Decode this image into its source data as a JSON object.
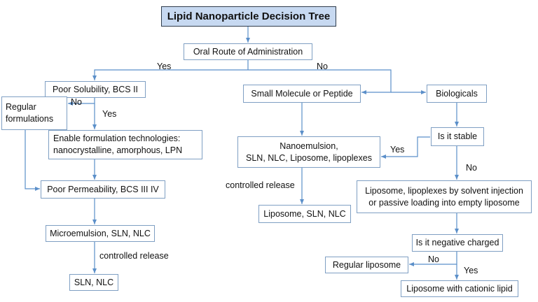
{
  "title": "Lipid Nanoparticle Decision Tree",
  "nodes": {
    "oral_route": "Oral Route of Administration",
    "poor_solubility": "Poor Solubility, BCS II",
    "regular_formulations_1": "Regular",
    "regular_formulations_2": "formulations",
    "enable_tech_1": "Enable formulation technologies:",
    "enable_tech_2": "nanocrystalline, amorphous, LPN",
    "poor_permeability": "Poor Permeability, BCS III IV",
    "microemulsion": "Microemulsion, SLN, NLC",
    "sln_nlc": "SLN, NLC",
    "small_molecule": "Small Molecule or Peptide",
    "biologicals": "Biologicals",
    "nanoemulsion_1": "Nanoemulsion,",
    "nanoemulsion_2": "SLN, NLC, Liposome, lipoplexes",
    "liposome_sln_nlc": "Liposome, SLN, NLC",
    "is_stable": "Is it stable",
    "liposome_solvent_1": "Liposome, lipoplexes by solvent injection",
    "liposome_solvent_2": "or passive loading into empty liposome",
    "negative_charged": "Is it negative charged",
    "regular_liposome": "Regular liposome",
    "cationic_lipid": "Liposome with cationic lipid"
  },
  "labels": {
    "yes_oral": "Yes",
    "no_oral": "No",
    "no_solubility": "No",
    "yes_solubility": "Yes",
    "controlled_release_left": "controlled release",
    "controlled_release_mid": "controlled release",
    "yes_stable": "Yes",
    "no_stable": "No",
    "no_charged": "No",
    "yes_charged": "Yes"
  },
  "colors": {
    "title_fill": "#c7d9f1",
    "box_border": "#7f9fc3",
    "connector": "#5b8fc9"
  }
}
